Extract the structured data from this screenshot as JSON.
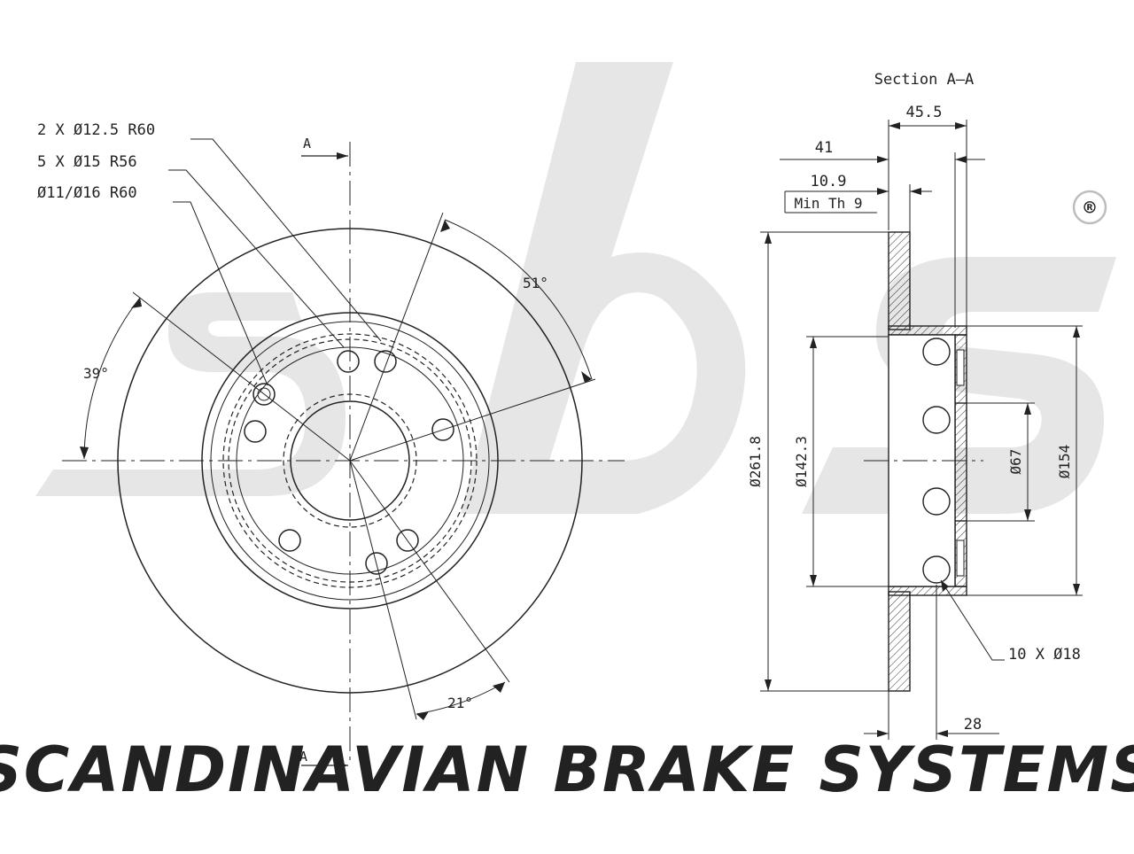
{
  "brand": {
    "logo_letters": "sbs",
    "registered_mark": "®",
    "tagline": "SCANDINAVIAN BRAKE SYSTEMS",
    "watermark_color": "#e6e6e6",
    "line_color": "#222222"
  },
  "front_view": {
    "section_marker_top": "A",
    "section_marker_bottom": "A",
    "callouts": {
      "holes_12_5": "2 X Ø12.5 R60",
      "holes_15": "5 X Ø15 R56",
      "holes_11_16": "Ø11/Ø16 R60"
    },
    "angles": {
      "a51": "51°",
      "a39": "39°",
      "a21": "21°"
    }
  },
  "section_view": {
    "title": "Section A–A",
    "dimensions": {
      "overall_height": "45.5",
      "hat_height": "41",
      "min_thickness_value": "10.9",
      "min_thickness_label": "Min Th 9",
      "outer_diameter": "Ø261.8",
      "hat_diameter": "Ø142.3",
      "center_bore": "Ø67",
      "hub_diameter": "Ø154",
      "vent_holes": "10 X Ø18",
      "disc_thickness": "28"
    }
  }
}
